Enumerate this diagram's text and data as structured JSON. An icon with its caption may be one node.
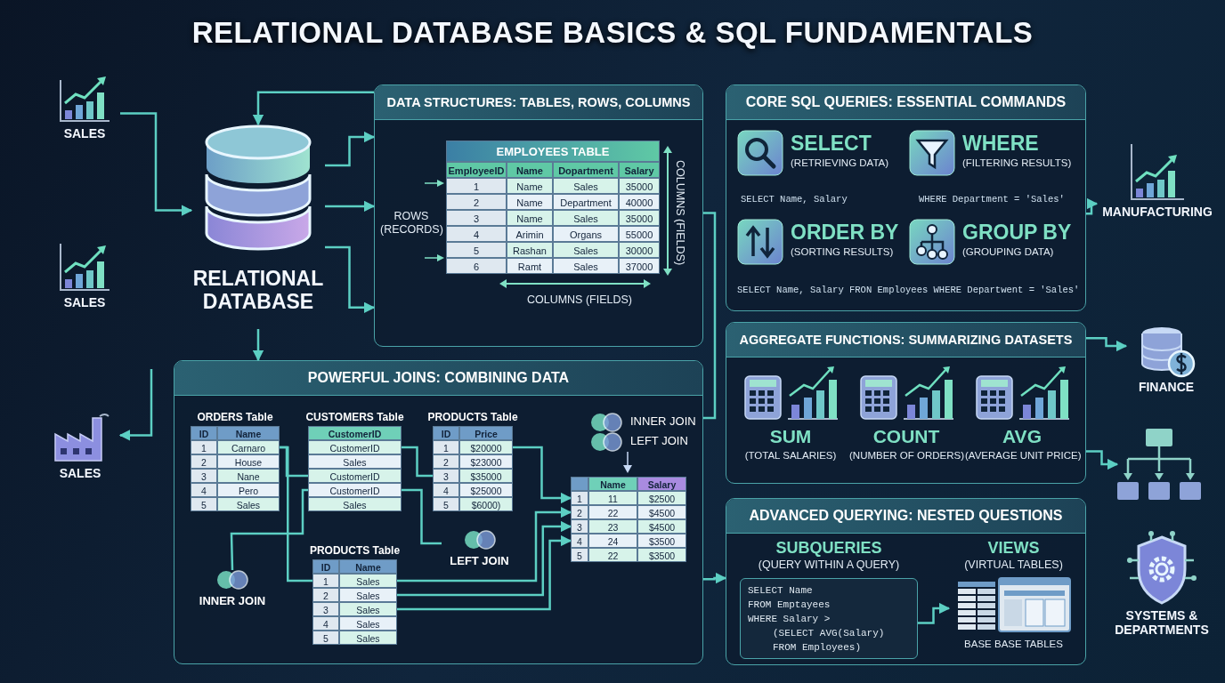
{
  "diagram": {
    "title": "RELATIONAL DATABASE BASICS & SQL FUNDAMENTALS",
    "nodes": [
      {
        "text": [
          "SALES"
        ]
      },
      {
        "text": [
          "SALES"
        ]
      },
      {
        "text": [
          "SALES"
        ]
      },
      {
        "text": [
          "RELATIONAL DATABASE"
        ]
      },
      {
        "text": [
          "DATA STRUCTURES: TABLES, ROWS, COLUMNS"
        ]
      },
      {
        "text": [
          "EMPLOYEES TABLE"
        ],
        "in": 4
      },
      {
        "text": [
          "CORE SQL QUERIES: ESSENTIAL COMMANDS"
        ]
      },
      {
        "text": [
          "SELECT",
          "(RETRIEVING DATA)"
        ],
        "in": 6
      },
      {
        "text": [
          "WHERE",
          "(FILTERING RESULTS)"
        ],
        "in": 6
      },
      {
        "text": [
          "ORDER BY",
          "(SORTING RESULTS)"
        ],
        "in": 6
      },
      {
        "text": [
          "GROUP BY",
          "(GROUPING DATA)"
        ],
        "in": 6
      },
      {
        "text": [
          "AGGREGATE FUNCTIONS: SUMMARIZING DATASETS"
        ]
      },
      {
        "text": [
          "SUM",
          "(TOTAL SALARIES)"
        ],
        "in": 11
      },
      {
        "text": [
          "COUNT",
          "(NUMBER OF ORDERS)"
        ],
        "in": 11
      },
      {
        "text": [
          "AVG",
          "(AVERAGE UNIT PRICE)"
        ],
        "in": 11
      },
      {
        "text": [
          "POWERFUL JOINS: COMBINING DATA"
        ]
      },
      {
        "text": [
          "ORDERS Table"
        ],
        "in": 15
      },
      {
        "text": [
          "CUSTOMERS Table"
        ],
        "in": 15
      },
      {
        "text": [
          "PRODUCTS Table"
        ],
        "in": 15
      },
      {
        "text": [
          "PRODUCTS Table"
        ],
        "in": 15
      },
      {
        "text": [],
        "shape": "box",
        "in": 15
      },
      {
        "text": [
          "INNER JOIN"
        ],
        "in": 15
      },
      {
        "text": [
          "LEFT JOIN"
        ],
        "in": 15
      },
      {
        "text": [
          "ADVANCED QUERYING: NESTED QUESTIONS"
        ]
      },
      {
        "text": [
          "SUBQUERIES",
          "(QUERY WITHIN A QUERY)",
          "SELECT Name",
          "FROM Emptayees",
          "WHERE Salary >",
          "(SELECT AVG(Salary)",
          "FROM Employees)"
        ],
        "in": 23
      },
      {
        "text": [
          "VIEWS",
          "(VIRTUAL TABLES)",
          "BASE BASE TABLES"
        ],
        "in": 23
      },
      {
        "text": [
          "MANUFACTURING"
        ]
      },
      {
        "text": [
          "FINANCE"
        ]
      },
      {
        "text": [],
        "shape": "picture"
      },
      {
        "text": [
          "SYSTEMS & DEPARTMENTS"
        ]
      }
    ],
    "edges": [
      {
        "from": 4,
        "to": 3,
        "arrow": "to"
      },
      {
        "from": 0,
        "to": 3,
        "arrow": "to"
      },
      {
        "from": null,
        "to": 2,
        "arrow": "to"
      },
      {
        "from": 3,
        "to": 4,
        "arrow": "to"
      },
      {
        "from": 3,
        "to": 4,
        "arrow": "to"
      },
      {
        "from": 3,
        "to": 4,
        "arrow": "to"
      },
      {
        "from": 3,
        "to": 15,
        "arrow": "to"
      },
      {
        "from": 4,
        "to": 15,
        "arrow": "none"
      },
      {
        "from": 15,
        "to": 23,
        "arrow": "to"
      },
      {
        "from": 6,
        "to": 26,
        "arrow": "to"
      },
      {
        "from": 11,
        "to": 27,
        "arrow": "to"
      },
      {
        "from": 11,
        "to": 28,
        "arrow": "to"
      },
      {
        "from": 24,
        "to": 25,
        "arrow": "to"
      },
      {
        "from": 16,
        "to": 17,
        "arrow": "none"
      },
      {
        "from": 17,
        "to": 18,
        "arrow": "none"
      },
      {
        "from": 17,
        "to": 22,
        "arrow": "none"
      },
      {
        "from": 21,
        "to": 17,
        "arrow": "none"
      },
      {
        "from": 16,
        "to": 19,
        "arrow": "none"
      },
      {
        "from": 18,
        "to": 20,
        "arrow": "to"
      },
      {
        "from": 19,
        "to": 20,
        "arrow": "to"
      },
      {
        "from": 19,
        "to": 20,
        "arrow": "to"
      },
      {
        "from": 19,
        "to": 20,
        "arrow": "to"
      }
    ],
    "labels": [
      "EmployeeID",
      "Name",
      "Dopartment",
      "Salary",
      "1",
      "Name",
      "Sales",
      "35000",
      "2",
      "Name",
      "Department",
      "40000",
      "3",
      "Name",
      "Sales",
      "35000",
      "4",
      "Arimin",
      "Organs",
      "55000",
      "5",
      "Rashan",
      "Sales",
      "30000",
      "6",
      "Ramt",
      "Sales",
      "37000",
      "ROWS (RECORDS)",
      "COLUMNS (FIELDS)",
      "COLUMNS (FIELDS)",
      "SELECT Name, Salary",
      "WHERE Department = 'Sales'",
      "SELECT Name, Salary FRON Employees WHERE Departwent = 'Sales'",
      "ID",
      "Name",
      "1",
      "Carnaro",
      "2",
      "House",
      "3",
      "Nane",
      "4",
      "Pero",
      "5",
      "Sales",
      "CustomerID",
      "CustomerID",
      "Sales",
      "CustomerID",
      "CustomerID",
      "Sales",
      "ID",
      "Price",
      "1",
      "$20000",
      "2",
      "$23000",
      "3",
      "$35000",
      "4",
      "$25000",
      "5",
      "$6000)",
      "ID",
      "Name",
      "1",
      "Sales",
      "2",
      "Sales",
      "3",
      "Sales",
      "4",
      "Sales",
      "5",
      "Sales",
      "Name",
      "Salary",
      "1",
      "11",
      "$2500",
      "2",
      "22",
      "$4500",
      "3",
      "23",
      "$4500",
      "4",
      "24",
      "$3500",
      "5",
      "22",
      "$3500"
    ],
    "legend": [
      {
        "text": "INNER JOIN"
      },
      {
        "text": "LEFT JOIN"
      }
    ]
  }
}
